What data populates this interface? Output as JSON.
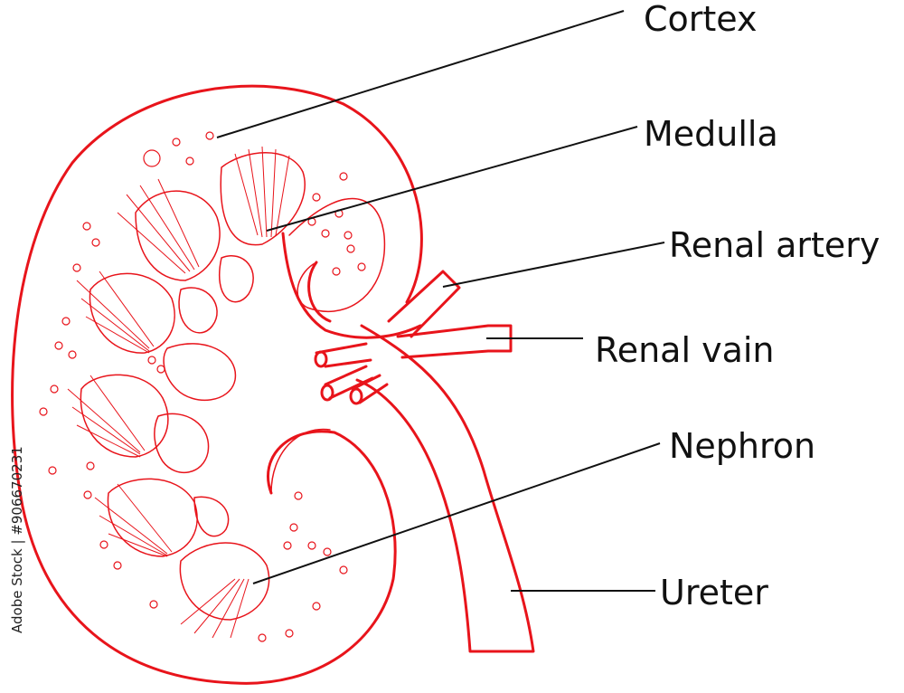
{
  "labels": {
    "cortex": "Cortex",
    "medulla": "Medulla",
    "renal_artery": "Renal artery",
    "renal_vein": "Renal vain",
    "nephron": "Nephron",
    "ureter": "Ureter"
  },
  "watermark": "Adobe Stock | #906670231",
  "colors": {
    "organ": "#e8141b",
    "text": "#111111"
  }
}
